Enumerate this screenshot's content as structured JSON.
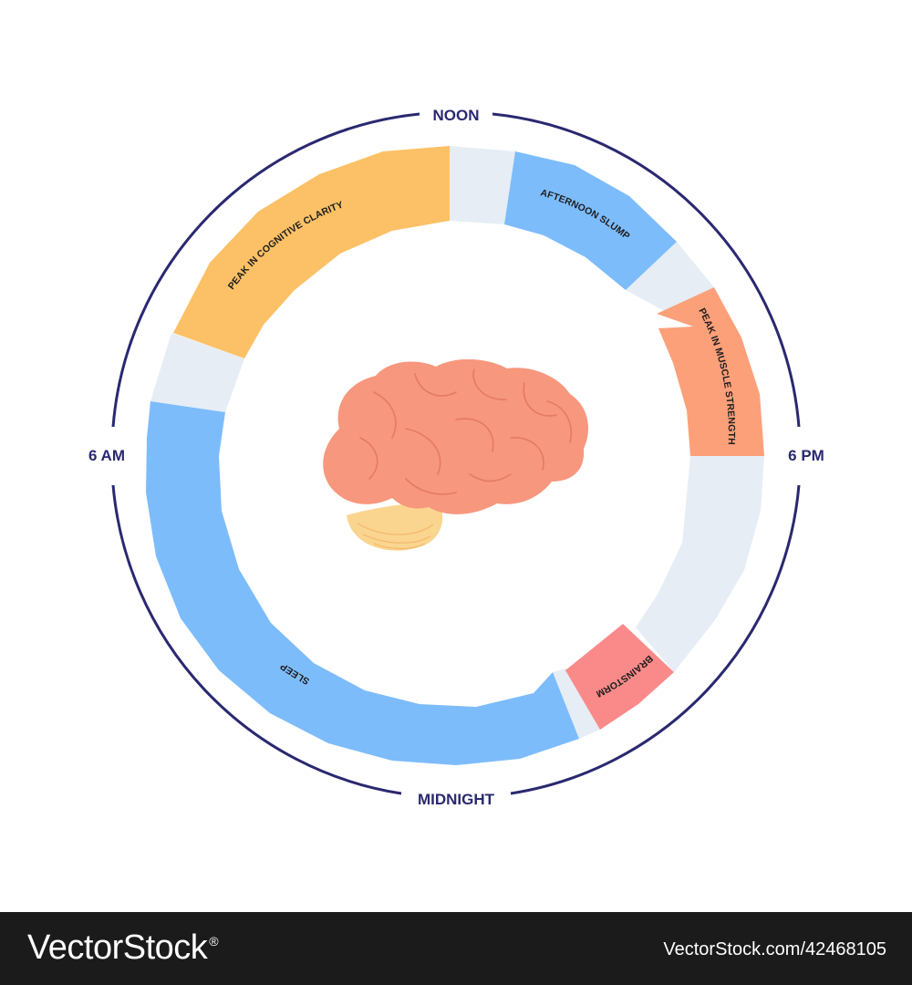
{
  "clock": {
    "noon": "NOON",
    "six_pm": "6 PM",
    "midnight": "MIDNIGHT",
    "six_am": "6 AM"
  },
  "colors": {
    "ring": "#2a2870",
    "gap": "#e6edf5",
    "blue": "#7dbcfb",
    "orange_yellow": "#fcc166",
    "salmon": "#fca07a",
    "pink": "#fa8a8a",
    "brain": "#f7977d",
    "cerebellum": "#fad58f"
  },
  "segments": [
    {
      "id": "peak-cognitive-clarity",
      "label": "PEAK IN COGNITIVE CLARITY",
      "color": "#fcc166"
    },
    {
      "id": "afternoon-slump",
      "label": "AFTERNOON SLUMP",
      "color": "#7dbcfb"
    },
    {
      "id": "peak-muscle-strength",
      "label": "PEAK IN MUSCLE STRENGTH",
      "color": "#fca07a"
    },
    {
      "id": "brainstorm",
      "label": "BRAINSTORM",
      "color": "#fa8a8a"
    },
    {
      "id": "sleep",
      "label": "SLEEP",
      "color": "#7dbcfb"
    }
  ],
  "footer": {
    "logo": "VectorStock",
    "registered": "®",
    "image_id": "VectorStock.com/42468105"
  }
}
